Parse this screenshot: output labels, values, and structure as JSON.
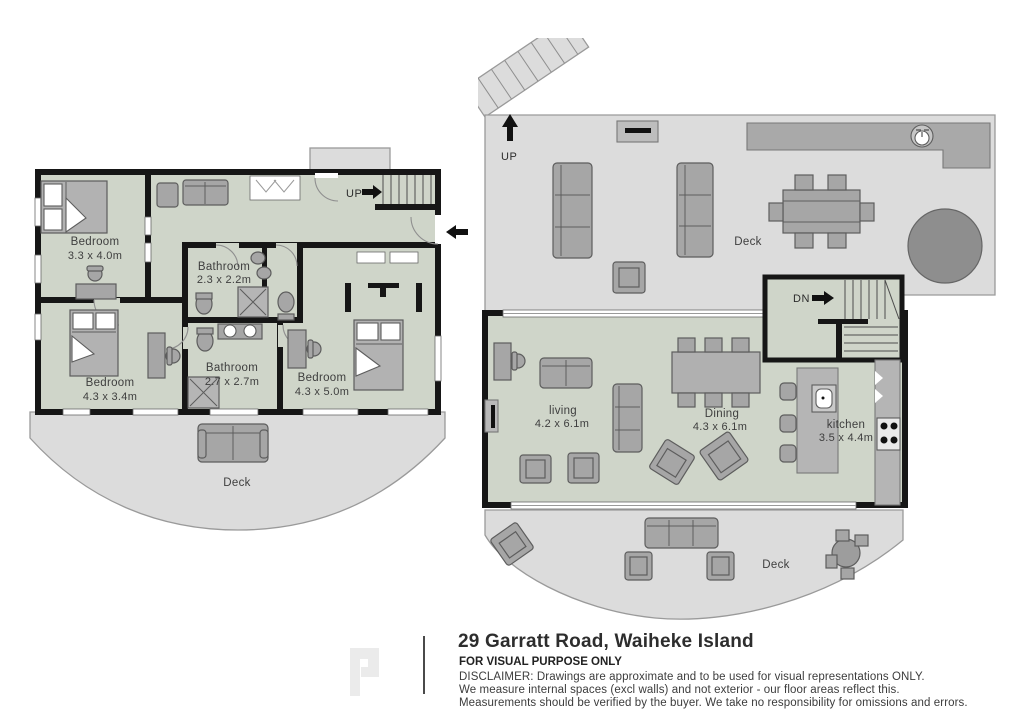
{
  "colors": {
    "room_fill": "#cfd5c9",
    "deck_fill": "#dcdcdc",
    "wall": "#161616",
    "furniture": "#a6a6a6",
    "counter": "#a9a9a9",
    "text": "#3e3e3e"
  },
  "lower_floor": {
    "stairs_label": "UP",
    "deck_label": "Deck",
    "rooms": [
      {
        "name": "Bedroom",
        "dims": "3.3 x 4.0m"
      },
      {
        "name": "Bathroom",
        "dims": "2.3 x 2.2m"
      },
      {
        "name": "Bathroom",
        "dims": "2.7 x 2.7m"
      },
      {
        "name": "Bedroom",
        "dims": "4.3 x 3.4m"
      },
      {
        "name": "Bedroom",
        "dims": "4.3 x 5.0m"
      }
    ]
  },
  "upper_floor": {
    "stairs_up_label": "UP",
    "stairs_down_label": "DN",
    "deck_top_label": "Deck",
    "deck_bottom_label": "Deck",
    "rooms": [
      {
        "name": "living",
        "dims": "4.2 x 6.1m"
      },
      {
        "name": "Dining",
        "dims": "4.3 x 6.1m"
      },
      {
        "name": "kitchen",
        "dims": "3.5 x 4.4m"
      }
    ]
  },
  "footer": {
    "address": "29 Garratt Road, Waiheke Island",
    "purpose": "FOR VISUAL PURPOSE ONLY",
    "disclaimer_lines": [
      "DISCLAIMER:  Drawings are approximate and to be used for visual representations ONLY.",
      "We measure internal spaces (excl walls) and not exterior - our floor areas reflect this.",
      "Measurements should be verified by the buyer. We take no responsibility for omissions and errors."
    ]
  }
}
